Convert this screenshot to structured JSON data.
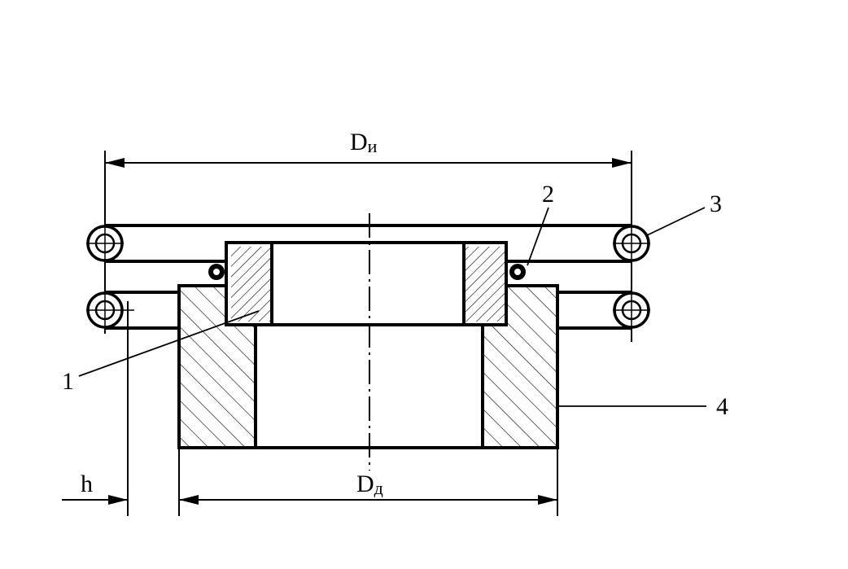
{
  "labels": {
    "d_inductor_main": "D",
    "d_inductor_sub": "и",
    "d_part_main": "D",
    "d_part_sub": "д",
    "gap": "h",
    "part_1": "1",
    "part_2": "2",
    "part_3": "3",
    "part_4": "4"
  },
  "colors": {
    "line": "#000000",
    "background": "#ffffff"
  }
}
